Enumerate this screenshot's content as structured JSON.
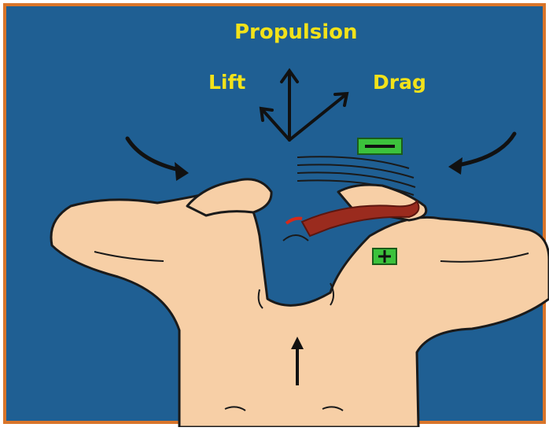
{
  "labels": {
    "propulsion": "Propulsion",
    "lift": "Lift",
    "drag": "Drag"
  },
  "signs": {
    "negative": "—",
    "positive": "+"
  },
  "colors": {
    "frame": "#d9752a",
    "background": "#1f5f93",
    "label": "#f2e21a",
    "skin": "#f7cfa6",
    "outline": "#1a1a1a",
    "sign_fill": "#3cc23c",
    "rope": "#9a2b1e"
  }
}
